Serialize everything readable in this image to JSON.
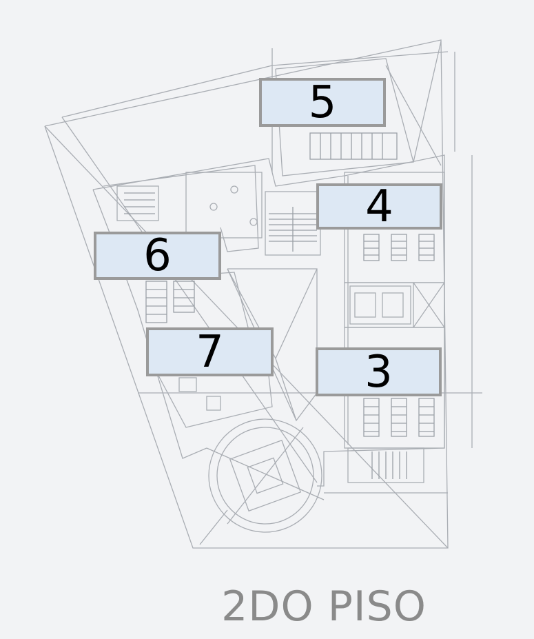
{
  "rooms": [
    {
      "id": "room-5",
      "number": "5"
    },
    {
      "id": "room-4",
      "number": "4"
    },
    {
      "id": "room-6",
      "number": "6"
    },
    {
      "id": "room-7",
      "number": "7"
    },
    {
      "id": "room-3",
      "number": "3"
    }
  ],
  "floor_title": "2DO PISO",
  "colors": {
    "background": "#f2f3f5",
    "label_fill": "#dde8f4",
    "label_border": "#9a9a9a",
    "line": "#a9adb3",
    "title": "#8a8a8a"
  }
}
